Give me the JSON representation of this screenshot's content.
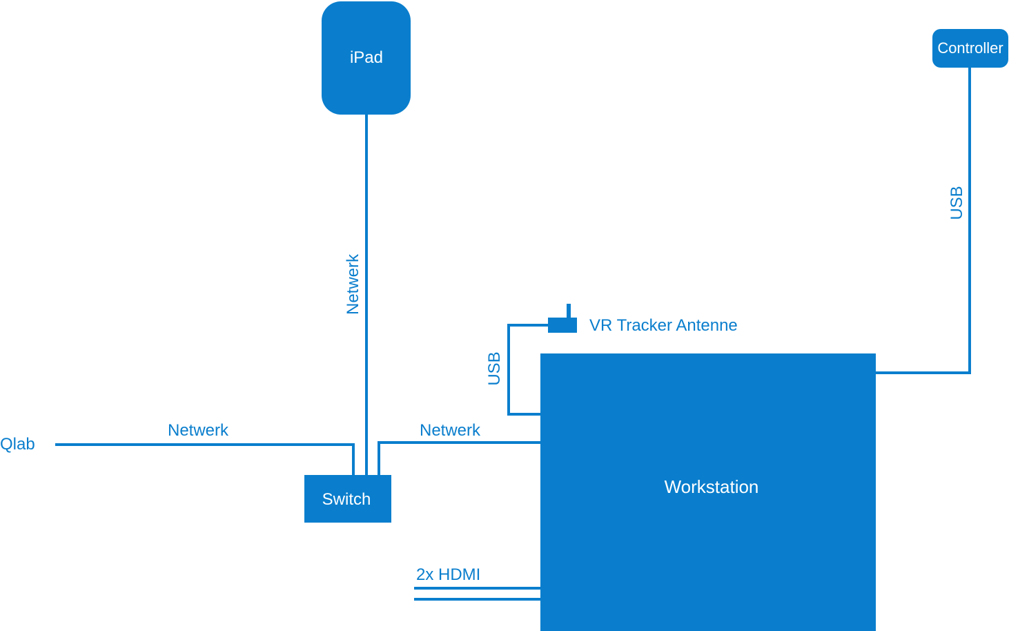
{
  "colors": {
    "primary": "#0a7ecd",
    "label": "#0a7ecd",
    "node_text": "#ffffff",
    "background": "#ffffff"
  },
  "nodes": {
    "ipad": "iPad",
    "controller": "Controller",
    "switch": "Switch",
    "workstation": "Workstation"
  },
  "labels": {
    "qlab": "Qlab",
    "netwerk_qlab": "Netwerk",
    "netwerk_ipad": "Netwerk",
    "netwerk_workstation": "Netwerk",
    "usb_antenna": "USB",
    "usb_controller": "USB",
    "vr_antenna": "VR Tracker Antenne",
    "hdmi": "2x HDMI"
  },
  "icons": {
    "antenna": "antenna-icon"
  }
}
